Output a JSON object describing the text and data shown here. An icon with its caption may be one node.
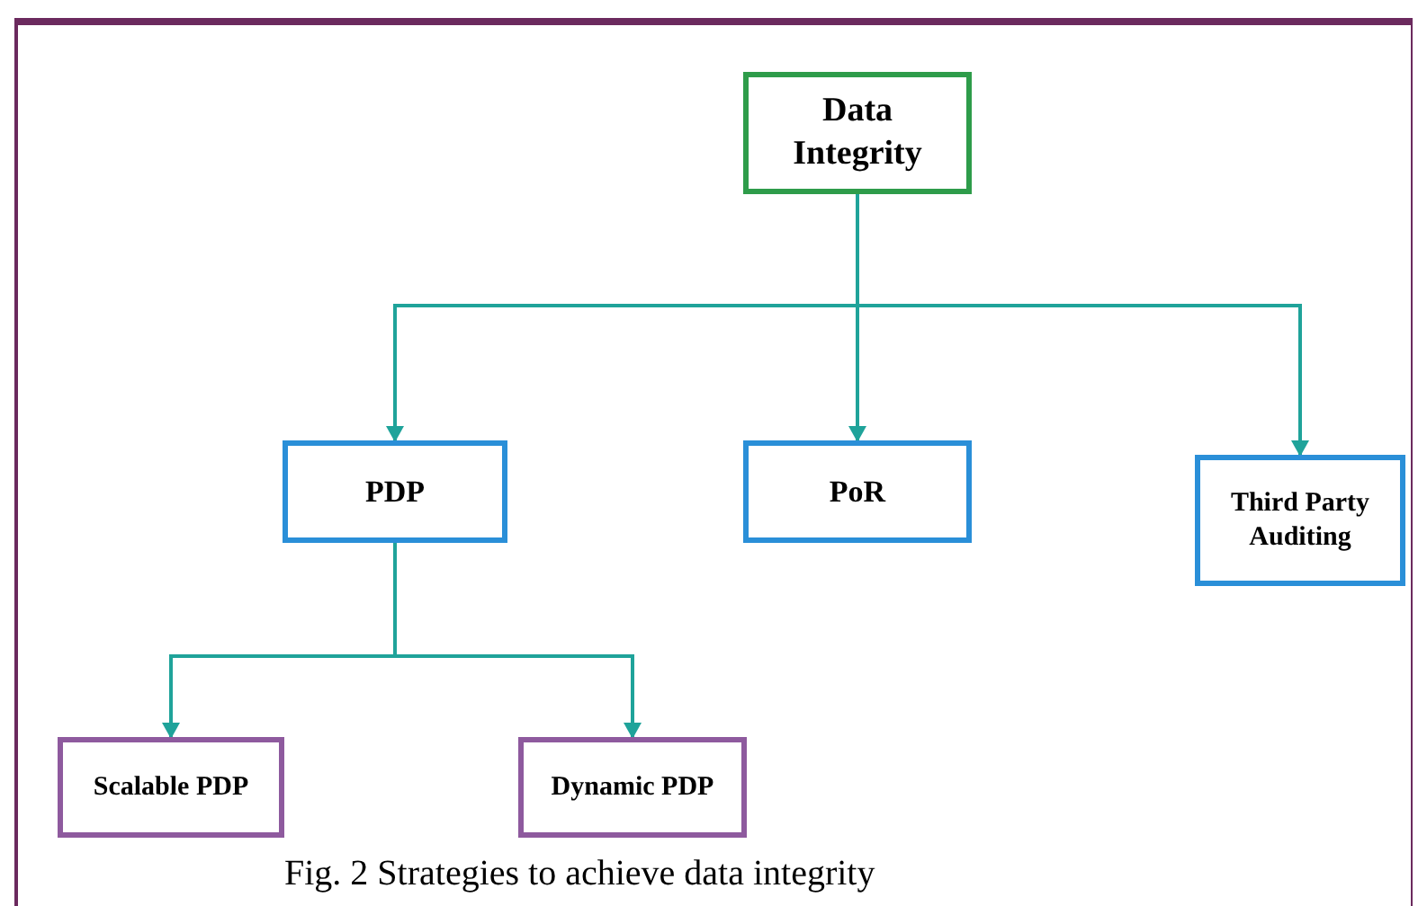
{
  "diagram": {
    "caption": "Fig. 2 Strategies to achieve data integrity",
    "nodes": [
      {
        "text": [
          "Data Integrity"
        ]
      },
      {
        "text": [
          "PDP"
        ]
      },
      {
        "text": [
          "PoR"
        ]
      },
      {
        "text": [
          "Third Party Auditing"
        ]
      },
      {
        "text": [
          "Scalable PDP"
        ]
      },
      {
        "text": [
          "Dynamic PDP"
        ]
      }
    ],
    "edges": [
      {
        "from": 0,
        "to": 1,
        "arrow": "to"
      },
      {
        "from": 0,
        "to": 2,
        "arrow": "to"
      },
      {
        "from": 0,
        "to": 3,
        "arrow": "to"
      },
      {
        "from": 1,
        "to": 4,
        "arrow": "to"
      },
      {
        "from": 1,
        "to": 5,
        "arrow": "to"
      }
    ]
  }
}
